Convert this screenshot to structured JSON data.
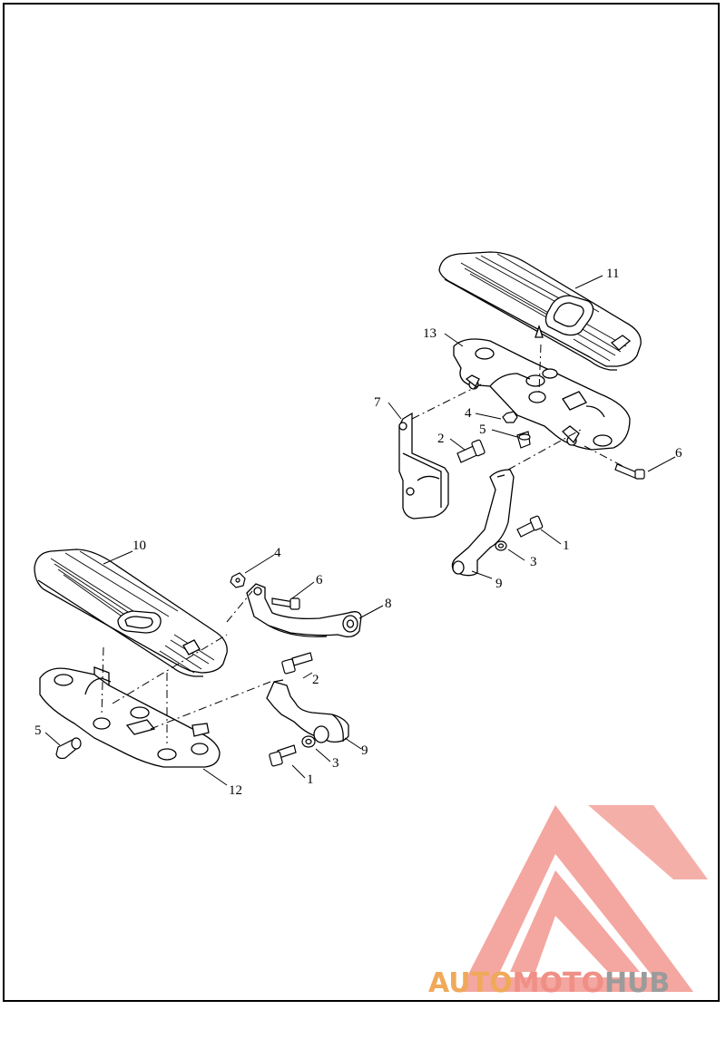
{
  "callouts": {
    "c1a": "1",
    "c1b": "1",
    "c2a": "2",
    "c2b": "2",
    "c3a": "3",
    "c3b": "3",
    "c4a": "4",
    "c4b": "4",
    "c5a": "5",
    "c5b": "5",
    "c6a": "6",
    "c6b": "6",
    "c7": "7",
    "c8": "8",
    "c9a": "9",
    "c9b": "9",
    "c10": "10",
    "c11": "11",
    "c12": "12",
    "c13": "13"
  },
  "watermark": {
    "part1": "AUTO",
    "part2": "MOTO",
    "part3": "HUB"
  },
  "colors": {
    "line": "#000000",
    "watermark_logo": "#f29b94",
    "watermark_orange": "#f0a95a",
    "watermark_pink": "#ef8f86",
    "watermark_gray": "#9b9b9b"
  }
}
